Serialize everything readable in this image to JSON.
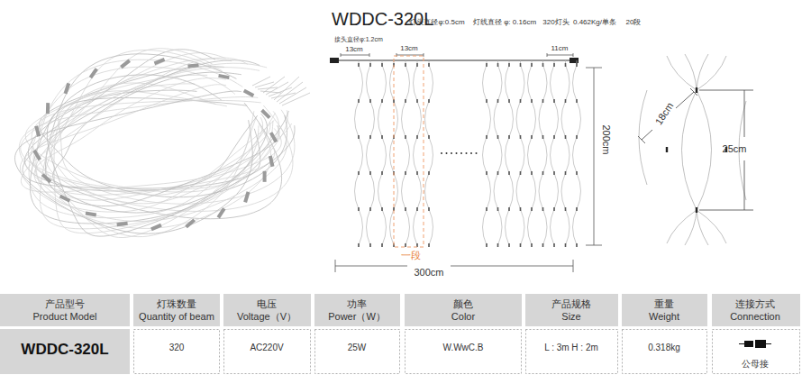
{
  "diagram": {
    "title": "WDDC-320L",
    "labels": [
      "灯头直径φ:0.5cm",
      "灯线直径 φ: 0.16cm",
      "320灯头",
      "0.462Kg/单条",
      "20段",
      "接头直径φ:1.2cm",
      "13cm",
      "13cm",
      "11cm",
      "200cm",
      "一段",
      "300cm",
      "18cm",
      "25cm",
      "产品型号",
      "Product Model",
      "灯珠数量",
      "Quantity of beam",
      "电压",
      "Voltage（V）",
      "功率",
      "Power（W）",
      "颜色",
      "Color",
      "产品规格",
      "Size",
      "重量",
      "Weight",
      "连接方式",
      "Connection",
      "WDDC-320L",
      "320",
      "AC220V",
      "25W",
      "W.WwC.B",
      "L : 3m H : 2m",
      "0.318kg",
      "公母接"
    ]
  }
}
